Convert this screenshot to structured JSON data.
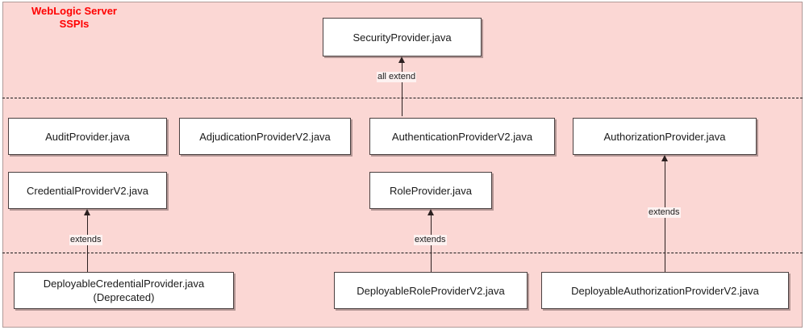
{
  "diagram": {
    "region_title": "WebLogic Server\nSSPIs",
    "region_title_color": "#ff0000",
    "region_background": "#fbd7d4",
    "node_background": "#ffffff",
    "node_border_color": "#4a4040",
    "line_color": "#2b2020"
  },
  "nodes": {
    "security_provider": "SecurityProvider.java",
    "audit_provider": "AuditProvider.java",
    "adjudication_provider_v2": "AdjudicationProviderV2.java",
    "authentication_provider_v2": "AuthenticationProviderV2.java",
    "authorization_provider": "AuthorizationProvider.java",
    "credential_provider_v2": "CredentialProviderV2.java",
    "role_provider": "RoleProvider.java",
    "deployable_credential_provider": "DeployableCredentialProvider.java\n(Deprecated)",
    "deployable_role_provider_v2": "DeployableRoleProviderV2.java",
    "deployable_authorization_provider_v2": "DeployableAuthorizationProviderV2.java"
  },
  "edges": {
    "all_extend": "all extend",
    "extends_credential": "extends",
    "extends_role": "extends",
    "extends_authorization": "extends"
  }
}
